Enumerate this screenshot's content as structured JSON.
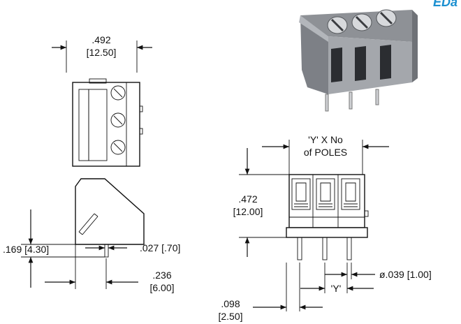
{
  "brand": {
    "text": "EDa",
    "color": "#1a8fd0"
  },
  "dimensions": {
    "width_in": ".492",
    "width_mm": "[12.50]",
    "pitch_label_1": "'Y' X No",
    "pitch_label_2": "of POLES",
    "height_in": ".472",
    "height_mm": "[12.00]",
    "pin_len": ".169 [4.30]",
    "pin_width": ".027 [.70]",
    "depth_in": ".236",
    "depth_mm": "[6.00]",
    "pin_dia": "ø.039 [1.00]",
    "pitch": "'Y'",
    "edge_in": ".098",
    "edge_mm": "[2.50]"
  },
  "colors": {
    "product_body": "#8e9196",
    "product_dark": "#2b2d31",
    "line": "#111111"
  }
}
